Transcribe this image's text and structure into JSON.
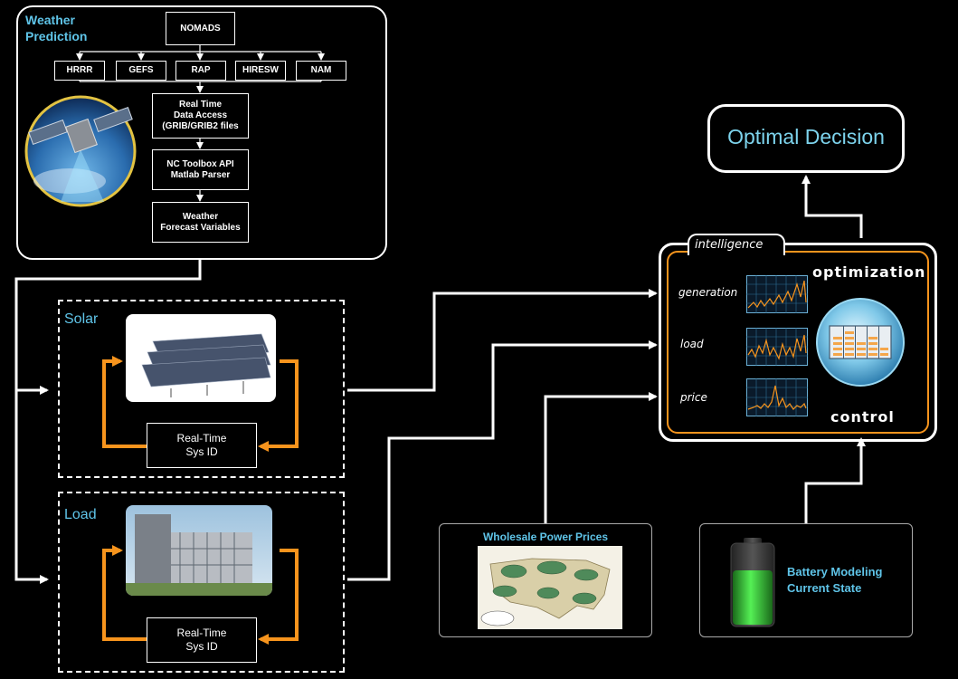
{
  "weather": {
    "title_line1": "Weather",
    "title_line2": "Prediction",
    "nomads": "NOMADS",
    "models": [
      "HRRR",
      "GEFS",
      "RAP",
      "HIRESW",
      "NAM"
    ],
    "step1_line1": "Real Time",
    "step1_line2": "Data Access",
    "step1_line3": "(GRIB/GRIB2 files",
    "step2_line1": "NC Toolbox API",
    "step2_line2": "Matlab Parser",
    "step3_line1": "Weather",
    "step3_line2": "Forecast Variables"
  },
  "solar": {
    "title": "Solar",
    "sysid_line1": "Real-Time",
    "sysid_line2": "Sys ID"
  },
  "load": {
    "title": "Load",
    "sysid_line1": "Real-Time",
    "sysid_line2": "Sys ID"
  },
  "intelligence": {
    "tab": "intelligence",
    "optimization": "optimization",
    "control": "control",
    "labels": [
      "generation",
      "load",
      "price"
    ]
  },
  "optimal": {
    "label": "Optimal Decision"
  },
  "wholesale": {
    "title": "Wholesale Power Prices"
  },
  "battery": {
    "line1": "Battery Modeling",
    "line2": "Current State"
  },
  "colors": {
    "accent_orange": "#f7941d",
    "title_cyan": "#5fc4e8",
    "optimal_cyan": "#7dd3ec",
    "battery_green": "#3ecf3e"
  }
}
